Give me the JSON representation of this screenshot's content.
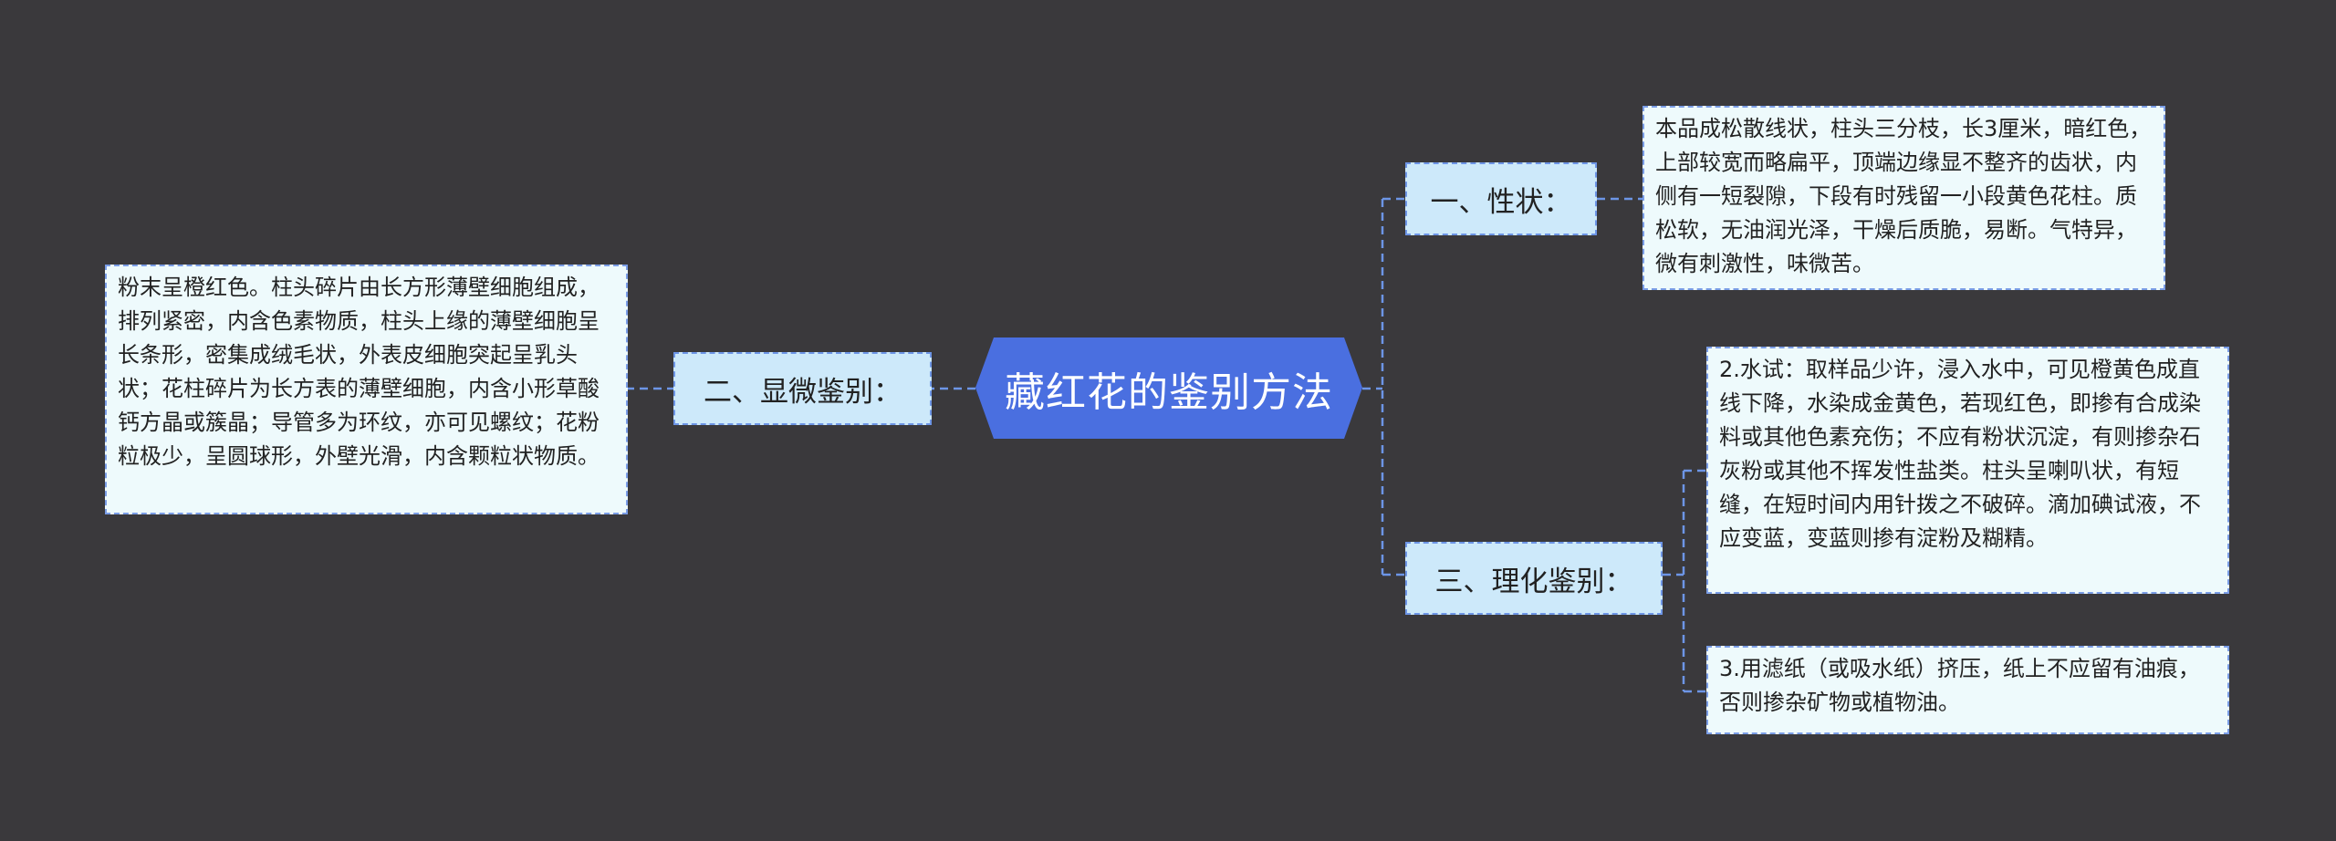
{
  "center": {
    "title": "藏红花的鉴别方法"
  },
  "branches": [
    {
      "label": "一、性状："
    },
    {
      "label": "二、显微鉴别："
    },
    {
      "label": "三、理化鉴别："
    }
  ],
  "leaves": {
    "xingzhuang": "本品成松散线状，柱头三分枝，长3厘米，暗红色，上部较宽而略扁平，顶端边缘显不整齐的齿状，内侧有一短裂隙，下段有时残留一小段黄色花柱。质松软，无油润光泽，干燥后质脆，易断。气特异，微有刺激性，味微苦。",
    "xianwei": "粉末呈橙红色。柱头碎片由长方形薄壁细胞组成，排列紧密，内含色素物质，柱头上缘的薄壁细胞呈长条形，密集成绒毛状，外表皮细胞突起呈乳头状；花柱碎片为长方表的薄壁细胞，内含小形草酸钙方晶或簇晶；导管多为环纹，亦可见螺纹；花粉粒极少，呈圆球形，外壁光滑，内含颗粒状物质。",
    "lihua_1": "2.水试：取样品少许，浸入水中，可见橙黄色成直线下降，水染成金黄色，若现红色，即掺有合成染料或其他色素充伤；不应有粉状沉淀，有则掺杂石灰粉或其他不挥发性盐类。柱头呈喇叭状，有短缝，在短时间内用针拨之不破碎。滴加碘试液，不应变蓝，变蓝则掺有淀粉及糊精。",
    "lihua_2": "3.用滤纸（或吸水纸）挤压，纸上不应留有油痕，否则掺杂矿物或植物油。"
  },
  "colors": {
    "background": "#3a393c",
    "center": "#4a6fe0",
    "branch": "#cde9fa",
    "leaf": "#eefafc",
    "link": "#6d95e6"
  }
}
